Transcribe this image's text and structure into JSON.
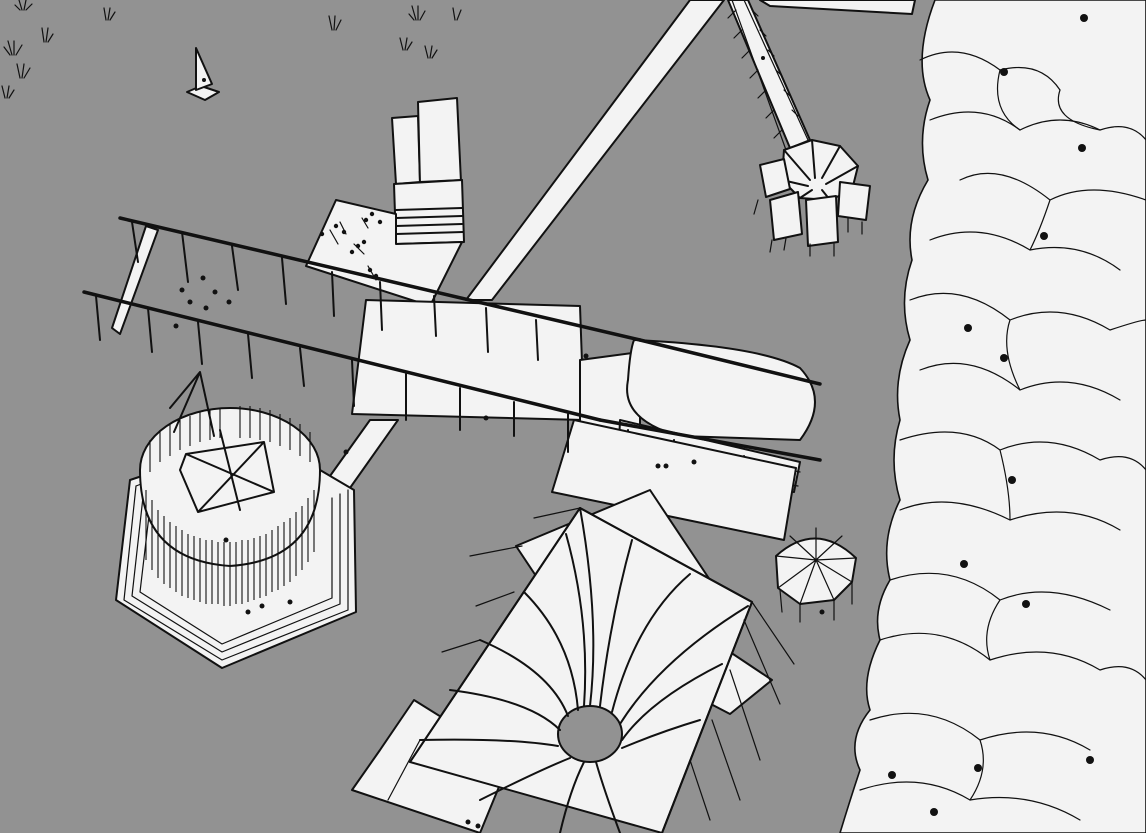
{
  "drawing": {
    "title": "",
    "style": "hand-drawn aerial axonometric sketch, black ink on grey water",
    "colors": {
      "water": "#929292",
      "paper_white": "#f3f3f3",
      "ink": "#111111"
    },
    "elements": [
      {
        "id": "reeds",
        "label": "reed clusters in water"
      },
      {
        "id": "sailboat",
        "label": "small sailboat with figure"
      },
      {
        "id": "tower-building",
        "label": "tall building with stepped base"
      },
      {
        "id": "cafe-deck",
        "label": "deck with people seated at tables"
      },
      {
        "id": "boardwalk-canopies",
        "label": "two long raised canopy boardwalks"
      },
      {
        "id": "diagonal-path",
        "label": "diagonal walkway"
      },
      {
        "id": "slatted-pavilion",
        "label": "circular slatted pavilion on hexagonal stepped platform"
      },
      {
        "id": "central-hall",
        "label": "rectangular hall with rounded roof and windowed facade"
      },
      {
        "id": "tent-pavilion",
        "label": "tensile tent roof with central oculus"
      },
      {
        "id": "umbrella-kiosk",
        "label": "small umbrella kiosk"
      },
      {
        "id": "pier",
        "label": "pier with railing"
      },
      {
        "id": "faceted-kiosk",
        "label": "faceted kiosk structure at pier end"
      },
      {
        "id": "tree-canopy",
        "label": "dense tree canopy along shoreline"
      }
    ]
  }
}
